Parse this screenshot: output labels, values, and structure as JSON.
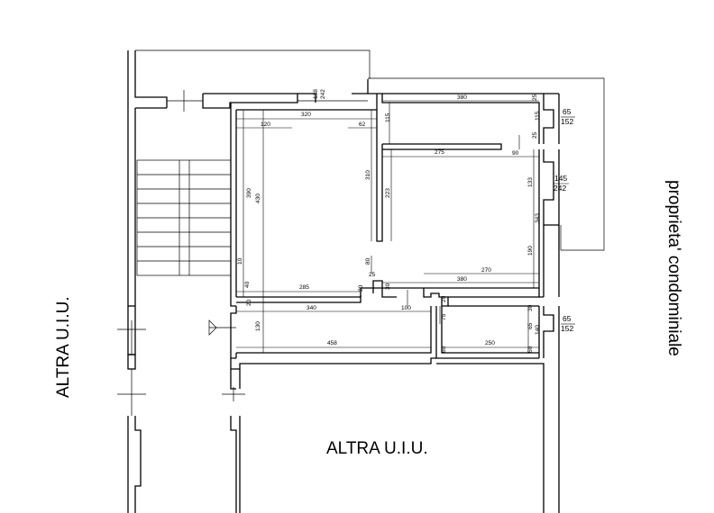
{
  "labels": {
    "left_unit": "ALTRA U.I.U.",
    "bottom_unit": "ALTRA U.I.U.",
    "right_side": "proprieta' condominiale"
  },
  "dimensions": {
    "d320": "320",
    "d138": "138",
    "d242a": "242",
    "d120": "120",
    "d62": "62",
    "d115a": "115",
    "d380a": "380",
    "d25a": "25",
    "d115b": "115",
    "d65a": "65",
    "d152a": "152",
    "d25b": "25",
    "d90": "90",
    "d275": "275",
    "d145": "145",
    "d242b": "242",
    "d133": "133",
    "d343": "343",
    "d310": "310",
    "d223": "223",
    "d390": "390",
    "d430": "430",
    "d190": "190",
    "d80": "80",
    "d25c": "25",
    "d270": "270",
    "d380b": "380",
    "d10": "10",
    "d40": "40",
    "d285": "285",
    "d20a": "20",
    "d20b": "20",
    "d30a": "30",
    "d20c": "20",
    "d340": "340",
    "d100": "100",
    "d75": "75",
    "d30b": "30",
    "d65b": "65",
    "d140": "140",
    "d65c": "65",
    "d152b": "152",
    "d130": "130",
    "d458": "458",
    "d60": "60",
    "d250": "250",
    "d50": "50"
  }
}
